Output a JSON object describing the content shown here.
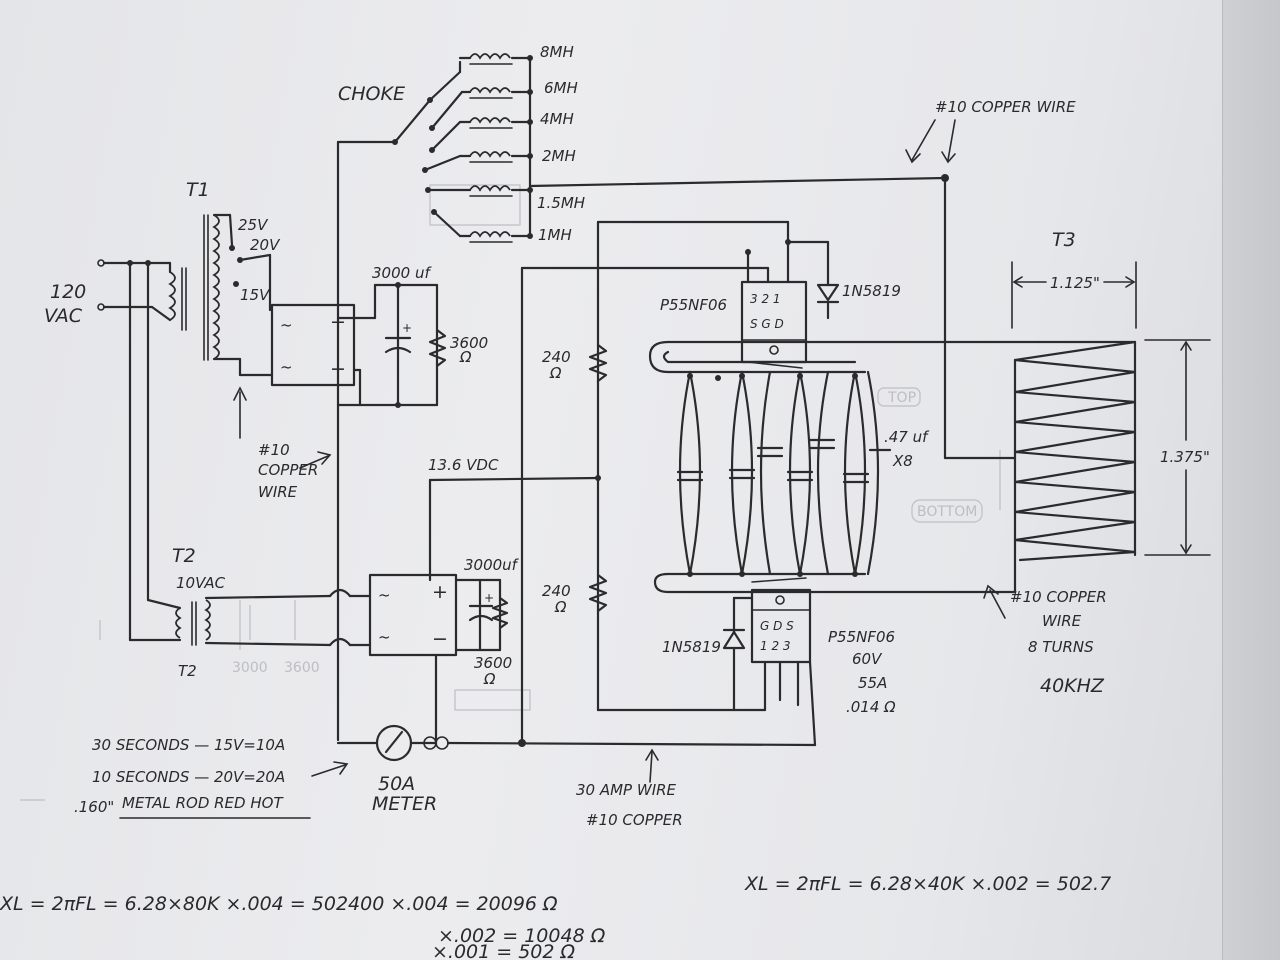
{
  "labels": {
    "choke": "CHOKE",
    "choke_taps": [
      "8MH",
      "6MH",
      "4MH",
      "2MH",
      "1.5MH",
      "1MH"
    ],
    "copper_wire_top": "#10 COPPER WIRE",
    "t1": "T1",
    "v25": "25V",
    "v20": "20V",
    "v15": "15V",
    "vac_120_line1": "120",
    "vac_120_line2": "VAC",
    "cap_3000_top": "3000 uf",
    "res_3600_top_line1": "3600",
    "res_3600_top_line2": "Ω",
    "rect_plus": "+",
    "rect_minus": "−",
    "rect_ac1": "~",
    "rect_ac2": "~",
    "copper_wire_left_line1": "#10",
    "copper_wire_left_line2": "COPPER",
    "copper_wire_left_line3": "WIRE",
    "vdc": "13.6 VDC",
    "r240_top_line1": "240",
    "r240_top_line2": "Ω",
    "r240_bot_line1": "240",
    "r240_bot_line2": "Ω",
    "mosfet_top": "P55NF06",
    "mosfet_top_pins": "3 2 1",
    "mosfet_top_gds": "S G D",
    "diode_top": "1N5819",
    "cap_047_line1": ".47 uf",
    "cap_047_line2": "X8",
    "t3": "T3",
    "dim_width": "1.125\"",
    "dim_height": "1.375\"",
    "t2": "T2",
    "t2_lower": "T2",
    "vac_10": "10VAC",
    "cap_3000_bot": "3000uf",
    "res_3600_bot_line1": "3600",
    "res_3600_bot_line2": "Ω",
    "diode_bot": "1N5819",
    "mosfet_bot_gds": "G D S",
    "mosfet_bot_pins": "1 2 3",
    "mosfet_bot": "P55NF06",
    "mosfet_bot_spec1": "60V",
    "mosfet_bot_spec2": "55A",
    "mosfet_bot_spec3": ".014 Ω",
    "copper_wire_right_line1": "#10 COPPER",
    "copper_wire_right_line2": "WIRE",
    "copper_wire_right_line3": "8 TURNS",
    "freq": "40KHZ",
    "meter_line1": "50A",
    "meter_line2": "METER",
    "note_30s": "30 SECONDS — 15V=10A",
    "note_10s": "10 SECONDS — 20V=20A",
    "note_rod_prefix": ".160\"",
    "note_rod": "METAL ROD RED HOT",
    "wire_30amp_line1": "30 AMP WIRE",
    "wire_30amp_line2": "#10 COPPER",
    "formula_left": "XL = 2πFL = 6.28×80K ×.004 = 502400 ×.004 = 20096 Ω",
    "formula_left_2": "×.002 = 10048 Ω",
    "formula_left_3": "×.001 = 502 Ω",
    "formula_right": "XL = 2πFL = 6.28×40K ×.002 = 502.7"
  },
  "colors": {
    "ink": "#2b2b2d",
    "paper": "#e8e9ec",
    "ghost": "#c4c5c9"
  }
}
